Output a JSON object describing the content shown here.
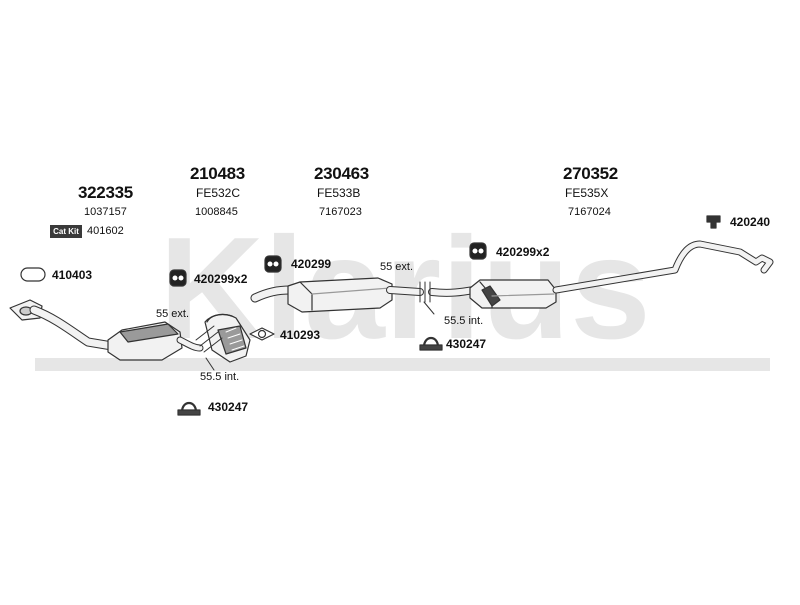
{
  "watermark": {
    "text": "Klarius",
    "color": "#e6e6e6"
  },
  "colors": {
    "line": "#333333",
    "fill": "#f2f2f2",
    "shade": "#9a9a9a",
    "dark": "#444444"
  },
  "sections": {
    "front": {
      "part": "322335",
      "oe": "1037157",
      "catkit_badge": "Cat Kit",
      "catkit_number": "401602"
    },
    "pipe1": {
      "part": "210483",
      "code": "FE532C",
      "oe": "1008845"
    },
    "middle": {
      "part": "230463",
      "code": "FE533B",
      "oe": "7167023"
    },
    "rear": {
      "part": "270352",
      "code": "FE535X",
      "oe": "7167024"
    }
  },
  "accessories": {
    "ring_seal": "410403",
    "hanger_a": "420299x2",
    "hanger_b": "420299",
    "hanger_c": "420299x2",
    "gasket": "410293",
    "clamp_a": "430247",
    "clamp_b": "430247",
    "tailpipe_clip": "420240"
  },
  "fitting_notes": {
    "ext_a": "55 ext.",
    "int_a": "55.5 int.",
    "ext_b": "55 ext.",
    "int_b": "55.5 int."
  }
}
